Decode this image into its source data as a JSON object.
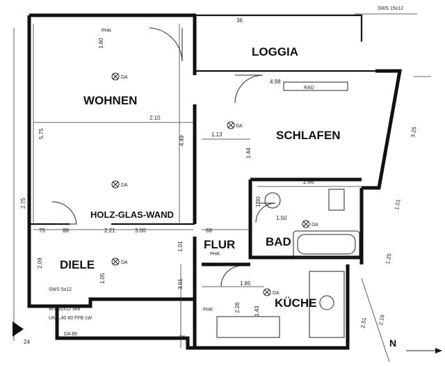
{
  "rooms": {
    "wohnen": "WOHNEN",
    "loggia": "LOGGIA",
    "schlafen": "SCHLAFEN",
    "holz_glas_wand": "HOLZ-GLAS-WAND",
    "flur": "FLUR",
    "bad": "BAD",
    "diele": "DIELE",
    "kueche": "KÜCHE"
  },
  "labels": {
    "phk_top": "PHK",
    "phk_flur": "PHK",
    "phk_kueche": "PHK",
    "rad": "RAD",
    "da": "DA",
    "sws_top": "SWS 15x12",
    "sws_diele": "SWS 5x12",
    "ws_diele": "WS 32x12 x86",
    "uk_diele": "UK 1,40 60 FFB LW",
    "da_diele": "DA 85"
  },
  "dimensions": {
    "d_275": "2.75",
    "d_160": "1.60",
    "d_575": "5.75",
    "d_210": "2.10",
    "d_449": "4.49",
    "d_498": "4.98",
    "d_113": "1.13",
    "d_144": "1.44",
    "d_266": "2.66",
    "d_130": "1.30",
    "d_150": "1.50",
    "d_300": "3.00",
    "d_75": "75",
    "d_885": "88",
    "d_221": "2.21",
    "d_685": "68",
    "d_101": "1.01",
    "d_209": "2.09",
    "d_105": "1.05",
    "d_185": "1.85",
    "d_226": "2.26",
    "d_143": "1.43",
    "d_301": "3.01",
    "d_251": "2.51",
    "d_216": "2.16",
    "d_36": "36",
    "d_325": "3.25",
    "d_1015": "1.01",
    "d_1255": "1.25",
    "d_24": "24",
    "d_51": "51"
  },
  "compass": {
    "north": "N"
  }
}
